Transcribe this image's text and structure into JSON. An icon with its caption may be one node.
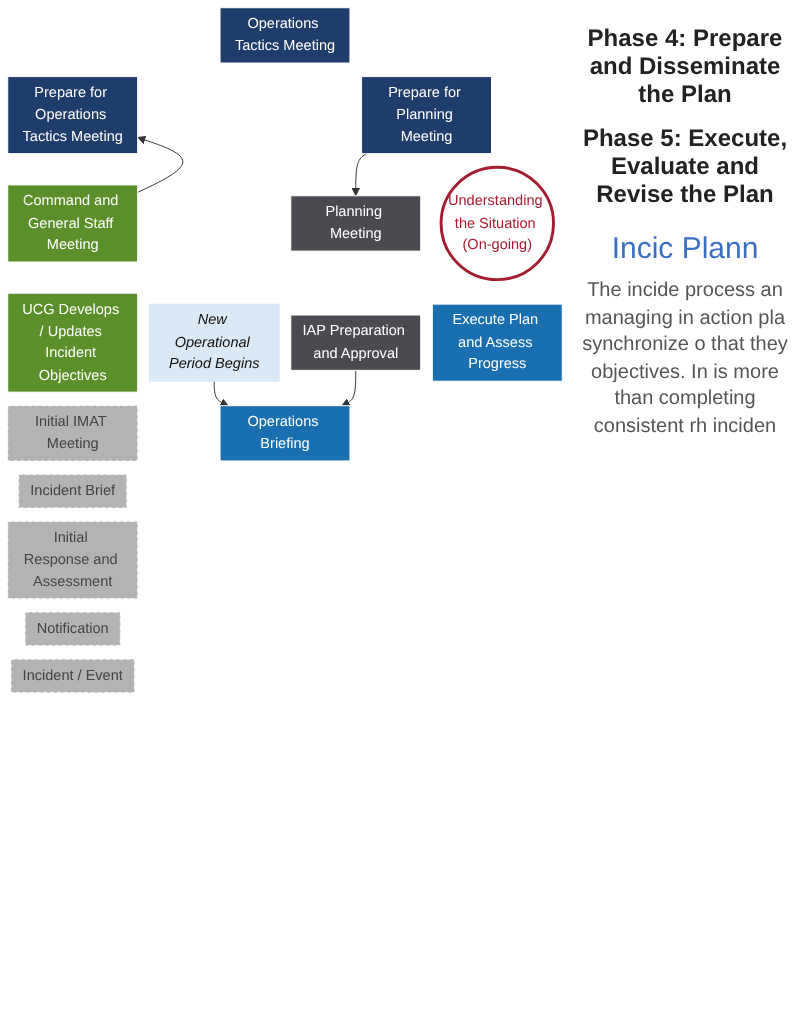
{
  "diagram": {
    "nodes": [
      {
        "text": [
          "Operations Tactics Meeting"
        ]
      },
      {
        "text": [
          "Prepare for Planning Meeting"
        ]
      },
      {
        "text": [
          "Planning Meeting"
        ]
      },
      {
        "text": [
          "Prepare for Operations Tactics Meeting"
        ]
      },
      {
        "text": [
          "Understanding the Situation (On-going)"
        ]
      },
      {
        "text": [
          "IAP Preparation and Approval"
        ]
      },
      {
        "text": [
          "Command and General Staff Meeting"
        ]
      },
      {
        "text": [
          "New Operational Period Begins"
        ]
      },
      {
        "text": [
          "UCG Develops / Updates Incident Objectives"
        ]
      },
      {
        "text": [
          "Execute Plan and Assess Progress"
        ]
      },
      {
        "text": [
          "Operations Briefing"
        ]
      },
      {
        "text": [
          "Initial IMAT Meeting"
        ]
      },
      {
        "text": [
          "Incident Brief"
        ]
      },
      {
        "text": [
          "Initial Response and Assessment"
        ]
      },
      {
        "text": [
          "Notification"
        ]
      },
      {
        "text": [
          "Incident / Event"
        ]
      }
    ],
    "edges": [
      {
        "from": 1,
        "to": 2,
        "arrow": "to"
      },
      {
        "from": 6,
        "to": 3,
        "arrow": "to"
      },
      {
        "from": 5,
        "to": 10,
        "arrow": "to"
      },
      {
        "from": 7,
        "to": 10,
        "arrow": "to"
      }
    ],
    "labels": [
      "Phase 4: Prepare and Disseminate the Plan",
      "Phase 5: Execute, Evaluate and Revise the Plan",
      "Incic Plann",
      "The incide process an managing in action pla synchronize o that they objectives. In is more than completing consistent rh inciden"
    ]
  }
}
